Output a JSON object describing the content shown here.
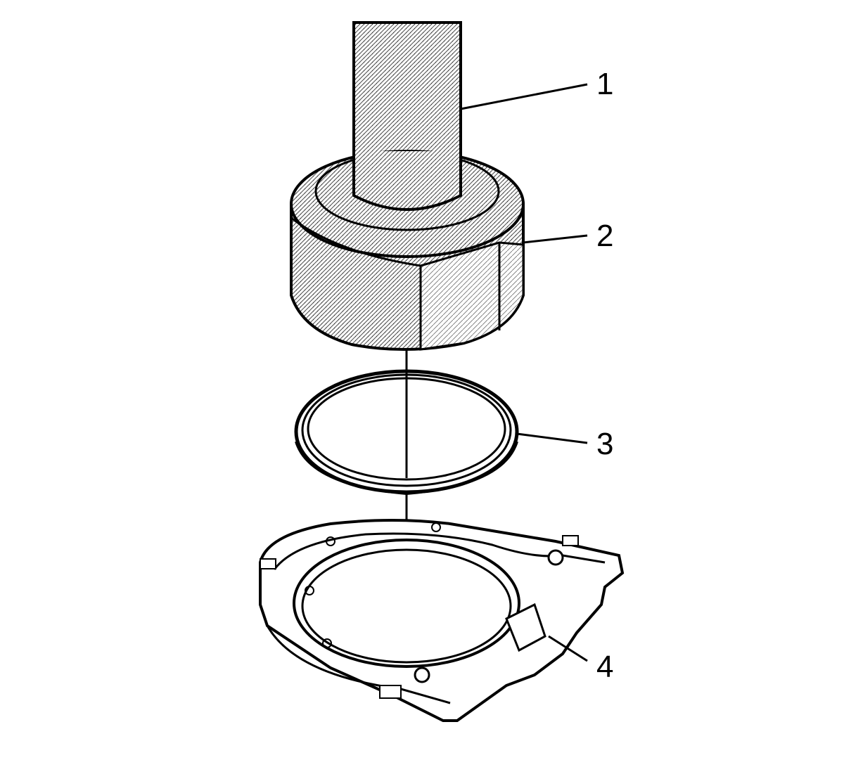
{
  "figure": {
    "callouts": [
      {
        "id": "1",
        "label": "1"
      },
      {
        "id": "2",
        "label": "2"
      },
      {
        "id": "3",
        "label": "3"
      },
      {
        "id": "4",
        "label": "4"
      }
    ]
  },
  "colors": {
    "ink": "#000000",
    "hatch": "#555555",
    "background": "#ffffff"
  }
}
